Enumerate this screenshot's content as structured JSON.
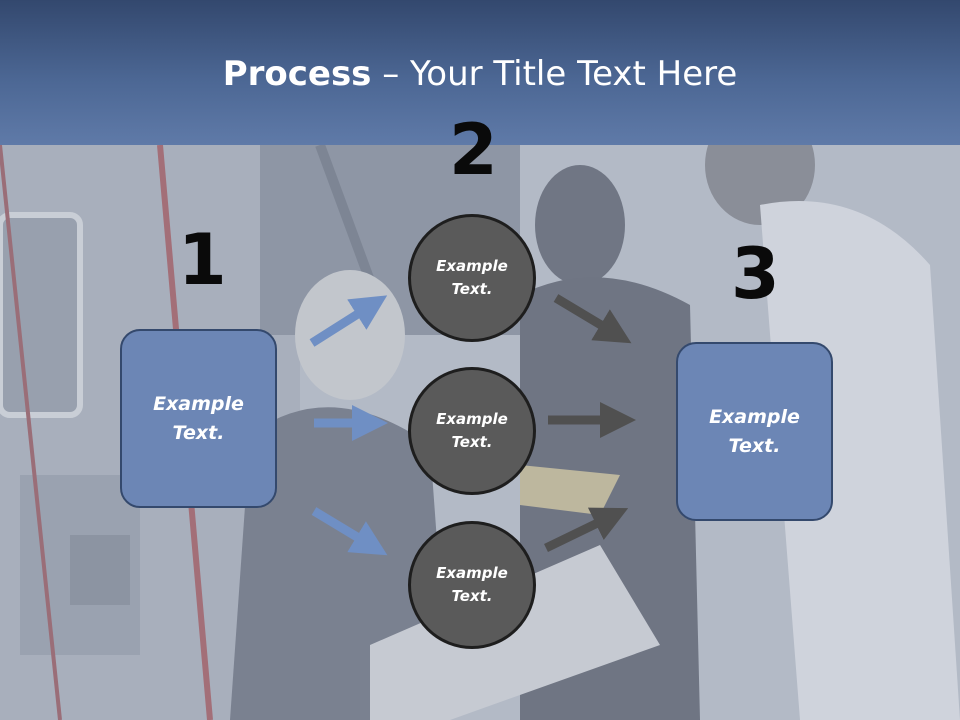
{
  "title": {
    "bold": "Process",
    "rest": " – Your Title Text Here"
  },
  "steps": [
    {
      "number": "1",
      "box_text": "Example\nText."
    },
    {
      "number": "2",
      "circles": [
        "Example\nText.",
        "Example\nText.",
        "Example\nText."
      ]
    },
    {
      "number": "3",
      "box_text": "Example\nText."
    }
  ],
  "colors": {
    "header": "#4c6794",
    "box_fill": "#6c86b5",
    "circle_fill": "#5a5a5a",
    "arrow_blue": "#6f8fc4",
    "arrow_gray": "#505050"
  }
}
